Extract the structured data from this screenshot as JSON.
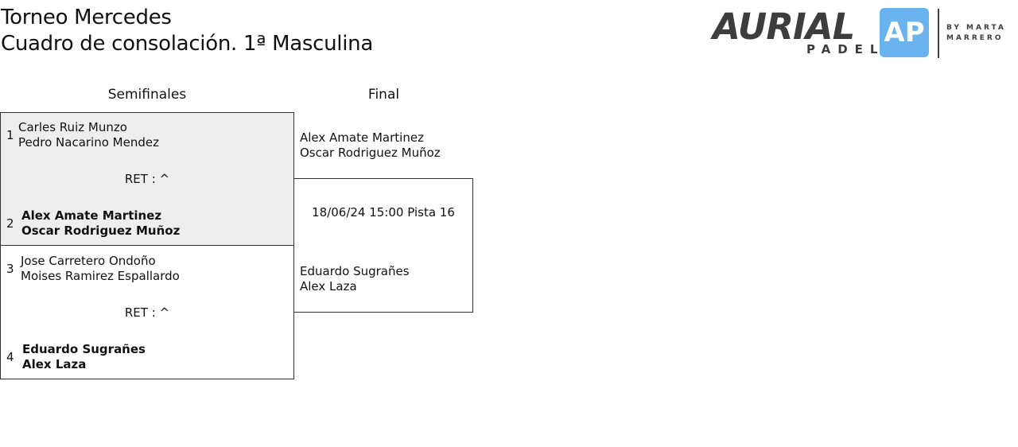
{
  "header": {
    "title_line1": "Torneo Mercedes",
    "title_line2": "Cuadro de consolación. 1ª Masculina"
  },
  "logo": {
    "brand": "AURIAL",
    "sub": "PADEL",
    "badge": "AP",
    "by_line1": "BY MARTA",
    "by_line2": "MARRERO",
    "accent": "#6ab3ee"
  },
  "rounds": [
    "Semifinales",
    "Final"
  ],
  "semis": [
    {
      "result": "RET : ^",
      "teams": [
        {
          "seed": "1",
          "p1": "Carles Ruiz Munzo",
          "p2": "Pedro Nacarino Mendez"
        },
        {
          "seed": "2",
          "p1": "Alex Amate Martinez",
          "p2": "Oscar Rodriguez Muñoz",
          "winner": true
        }
      ]
    },
    {
      "result": "RET : ^",
      "teams": [
        {
          "seed": "3",
          "p1": "Jose Carretero Ondoño",
          "p2": "Moises Ramirez Espallardo"
        },
        {
          "seed": "4",
          "p1": "Eduardo Sugrañes",
          "p2": "Alex Laza",
          "winner": true
        }
      ]
    }
  ],
  "final": {
    "schedule": "18/06/24 15:00 Pista 16",
    "team1": {
      "p1": "Alex Amate Martinez",
      "p2": "Oscar Rodriguez Muñoz"
    },
    "team2": {
      "p1": "Eduardo Sugrañes",
      "p2": "Alex Laza"
    }
  }
}
